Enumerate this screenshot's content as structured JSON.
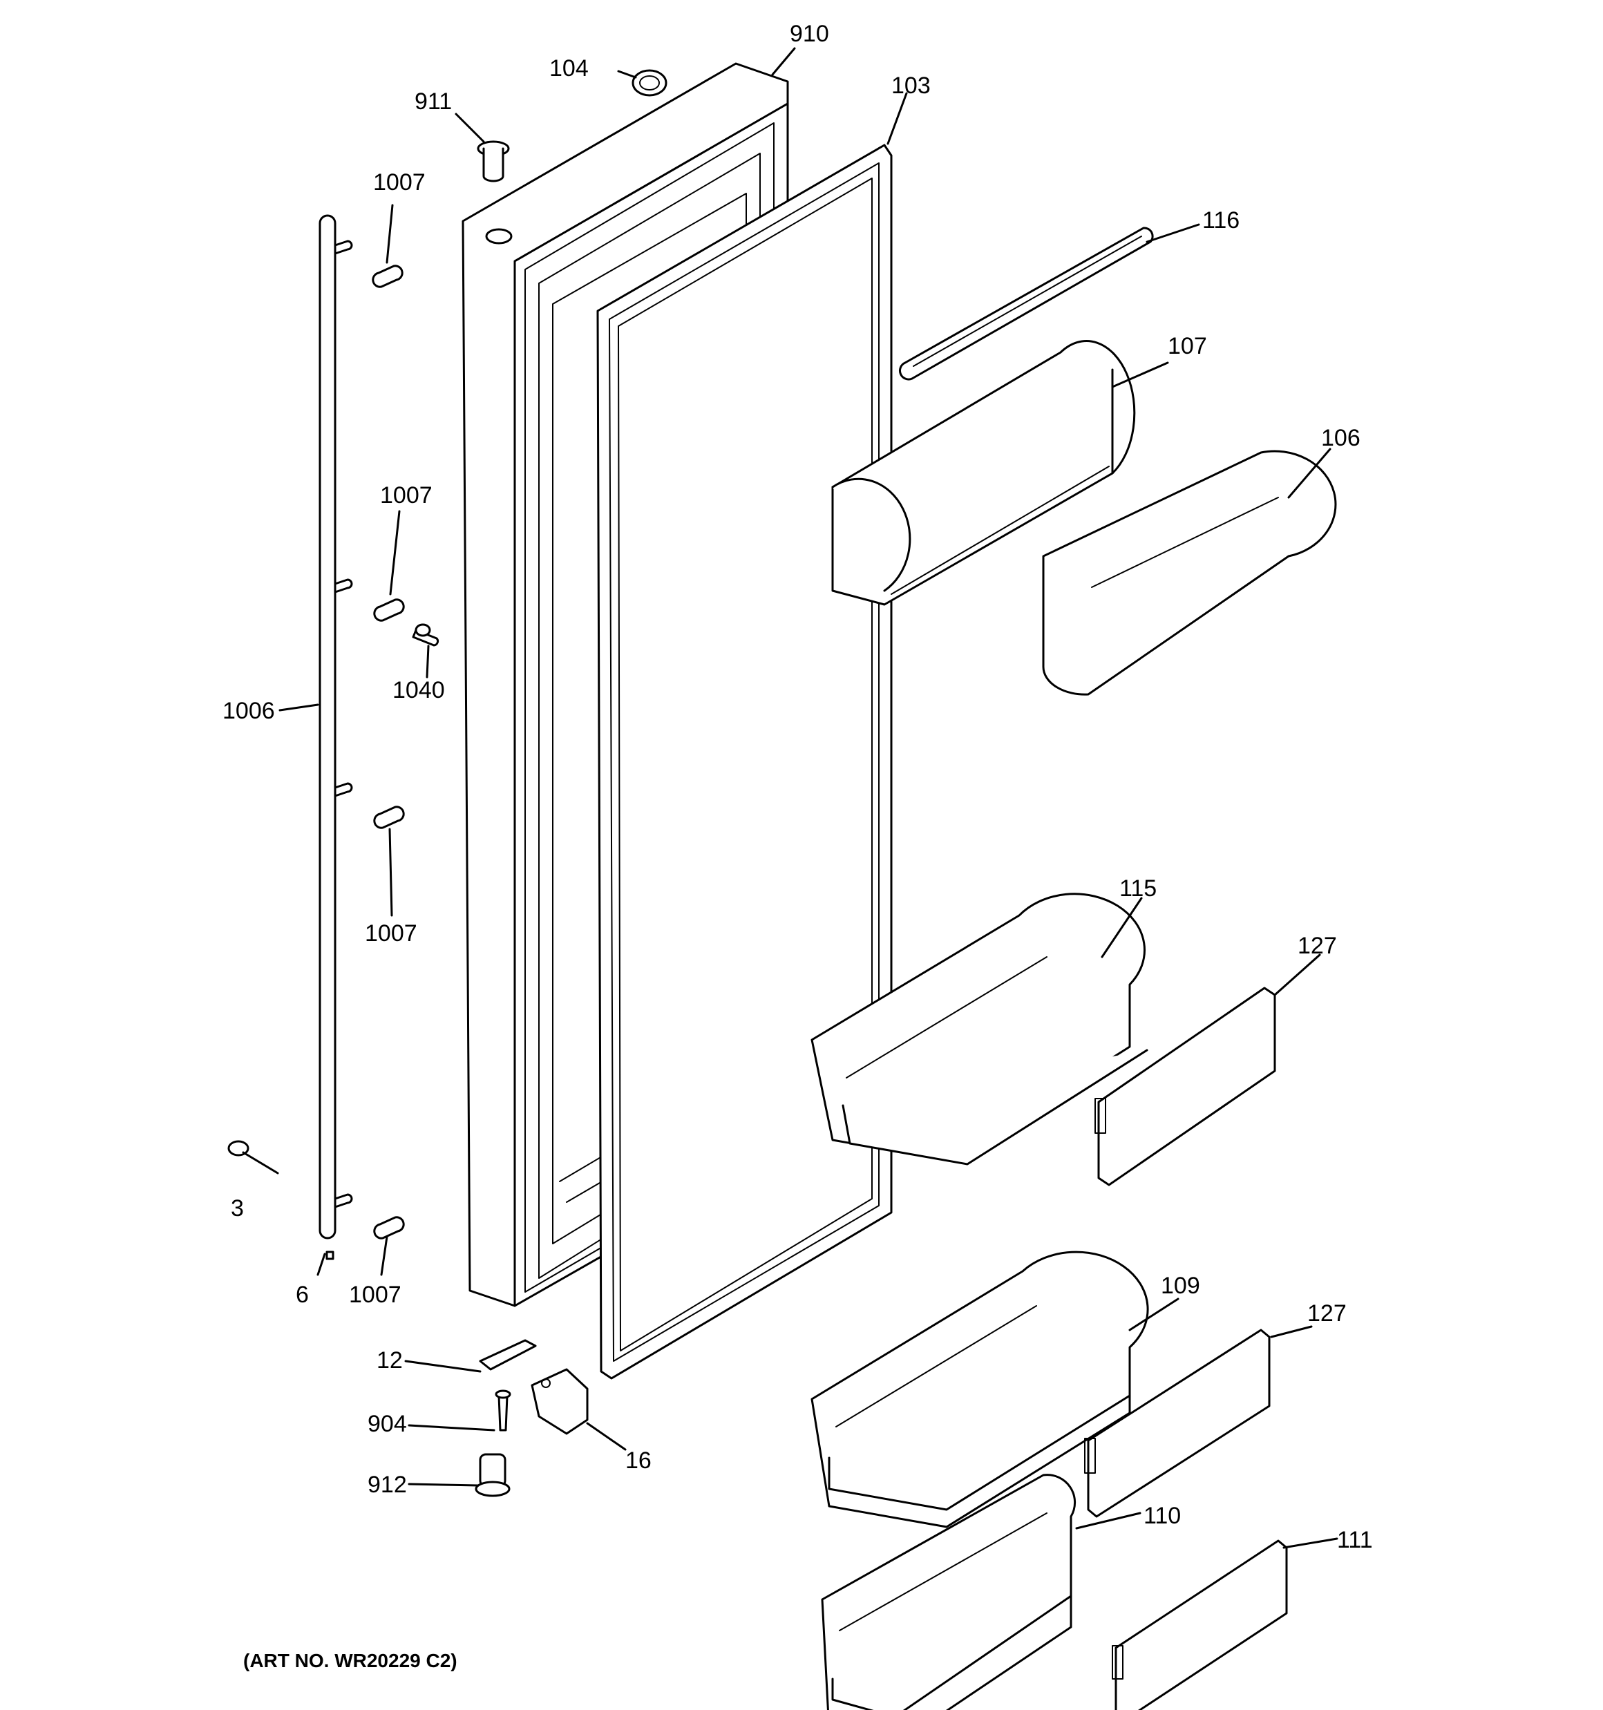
{
  "callouts": [
    {
      "id": "910",
      "label": "910"
    },
    {
      "id": "104",
      "label": "104"
    },
    {
      "id": "911",
      "label": "911"
    },
    {
      "id": "103",
      "label": "103"
    },
    {
      "id": "1007a",
      "label": "1007"
    },
    {
      "id": "116",
      "label": "116"
    },
    {
      "id": "107",
      "label": "107"
    },
    {
      "id": "106",
      "label": "106"
    },
    {
      "id": "1007b",
      "label": "1007"
    },
    {
      "id": "1040",
      "label": "1040"
    },
    {
      "id": "1006",
      "label": "1006"
    },
    {
      "id": "1007c",
      "label": "1007"
    },
    {
      "id": "115",
      "label": "115"
    },
    {
      "id": "127a",
      "label": "127"
    },
    {
      "id": "3",
      "label": "3"
    },
    {
      "id": "6",
      "label": "6"
    },
    {
      "id": "1007d",
      "label": "1007"
    },
    {
      "id": "109",
      "label": "109"
    },
    {
      "id": "127b",
      "label": "127"
    },
    {
      "id": "12",
      "label": "12"
    },
    {
      "id": "904",
      "label": "904"
    },
    {
      "id": "16",
      "label": "16"
    },
    {
      "id": "912",
      "label": "912"
    },
    {
      "id": "110",
      "label": "110"
    },
    {
      "id": "111",
      "label": "111"
    }
  ],
  "art_number": "(ART NO. WR20229 C2)"
}
